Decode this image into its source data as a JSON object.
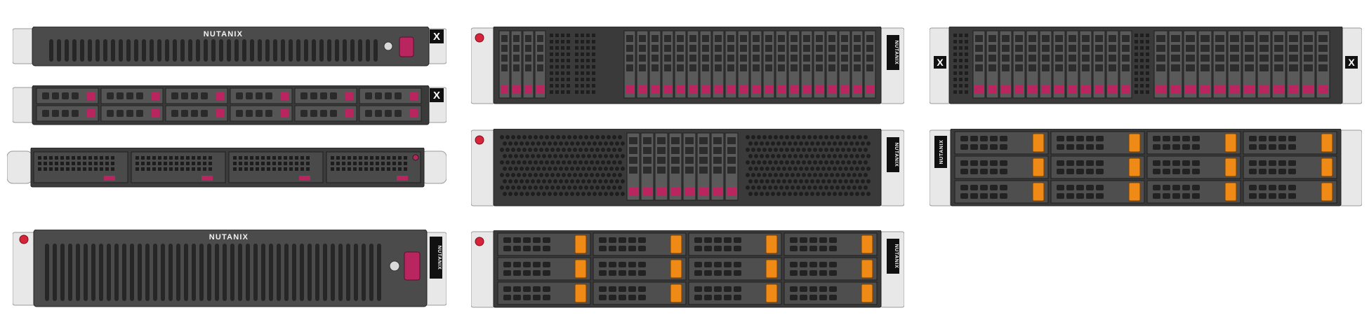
{
  "brand": "NUTANIX",
  "colors": {
    "chassis": "#4a4a4a",
    "chassis_dark": "#2e2e2e",
    "ear": "#e8e8e8",
    "ear_stroke": "#9a9a9a",
    "drive_latch": "#b8255f",
    "drive_latch_orange": "#ef8a17",
    "power_button": "#d6243a"
  },
  "servers": [
    {
      "name": "1u-vented-bezel",
      "badge": "NUTANIX"
    },
    {
      "name": "1u-12-drive-3.5in",
      "badge": "X"
    },
    {
      "name": "1u-4-node-sff",
      "badge": ""
    },
    {
      "name": "2u-vented-bezel",
      "badge": "NUTANIX"
    },
    {
      "name": "2u-24-drive-sff",
      "badge": "NUTANIX"
    },
    {
      "name": "2u-8-drive-center",
      "badge": "NUTANIX"
    },
    {
      "name": "2u-12-drive-lff-orange",
      "badge": "NUTANIX"
    },
    {
      "name": "2u-24-drive-dual",
      "badge": "X"
    },
    {
      "name": "2u-12-drive-lff-orange-b",
      "badge": "NUTANIX"
    }
  ]
}
